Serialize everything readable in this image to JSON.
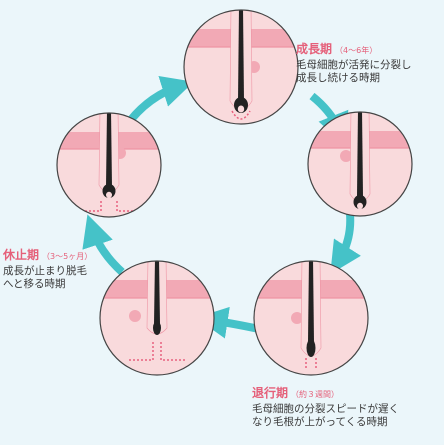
{
  "colors": {
    "background": "#ebf6fa",
    "arrow": "#45c2c8",
    "skin": "#f9dadc",
    "skin_band": "#f2a9b5",
    "skin_band_line": "#ee94a4",
    "circle_border": "#444444",
    "hair": "#222222",
    "follicle_dots": "#e8617e",
    "title": "#e5607a"
  },
  "phases": [
    {
      "id": "growth",
      "title": "成長期",
      "period": "（4〜6年）",
      "desc": [
        "毛母細胞が活発に分裂し",
        "成長し続ける時期"
      ]
    },
    {
      "id": "regression",
      "title": "退行期",
      "period": "（約３週間）",
      "desc": [
        "毛母細胞の分裂スピードが遅く",
        "なり毛根が上がってくる時期"
      ]
    },
    {
      "id": "resting",
      "title": "休止期",
      "period": "（3〜5ヶ月）",
      "desc": [
        "成長が止まり脱毛",
        "へと移る時期"
      ]
    }
  ]
}
